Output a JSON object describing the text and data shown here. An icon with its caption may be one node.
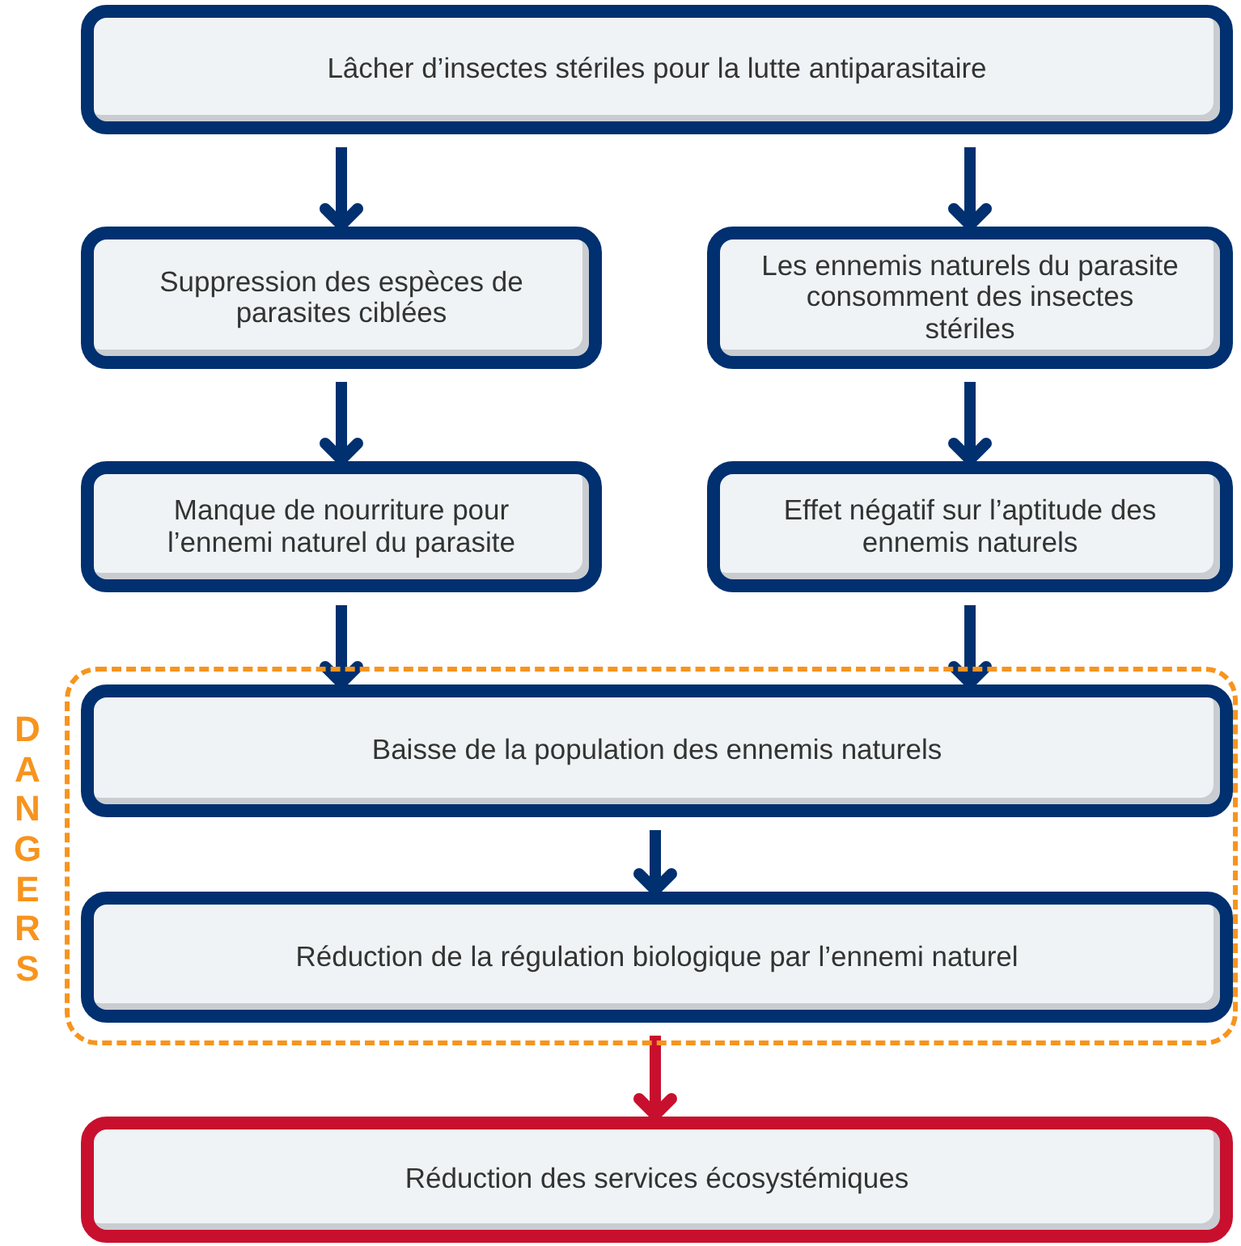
{
  "diagram": {
    "nodes": [
      {
        "text": [
          "Lâcher d’insectes stériles pour la lutte antiparasitaire"
        ]
      },
      {
        "text": [
          "Suppression des espèces de parasites ciblées"
        ]
      },
      {
        "text": [
          "Les ennemis naturels du parasite consomment des insectes stériles"
        ]
      },
      {
        "text": [
          "Manque de nourriture pour l’ennemi naturel du parasite"
        ]
      },
      {
        "text": [
          "Effet négatif sur l’aptitude des ennemis naturels"
        ]
      },
      {
        "text": [
          "DANGERS"
        ]
      },
      {
        "text": [
          "Baisse de la population des ennemis naturels"
        ],
        "in": 5
      },
      {
        "text": [
          "Réduction de la régulation biologique par l’ennemi naturel"
        ],
        "in": 5
      },
      {
        "text": [
          "Réduction des services écosystémiques"
        ]
      }
    ],
    "edges": [
      {
        "from": 0,
        "to": 1,
        "arrow": "to"
      },
      {
        "from": 0,
        "to": 2,
        "arrow": "to"
      },
      {
        "from": 1,
        "to": 3,
        "arrow": "to"
      },
      {
        "from": 2,
        "to": 4,
        "arrow": "to"
      },
      {
        "from": 3,
        "to": 6,
        "arrow": "to"
      },
      {
        "from": 4,
        "to": 6,
        "arrow": "to"
      },
      {
        "from": 6,
        "to": 7,
        "arrow": "to"
      },
      {
        "from": 7,
        "to": 8,
        "arrow": "to",
        "color": "#c8102e"
      }
    ]
  }
}
